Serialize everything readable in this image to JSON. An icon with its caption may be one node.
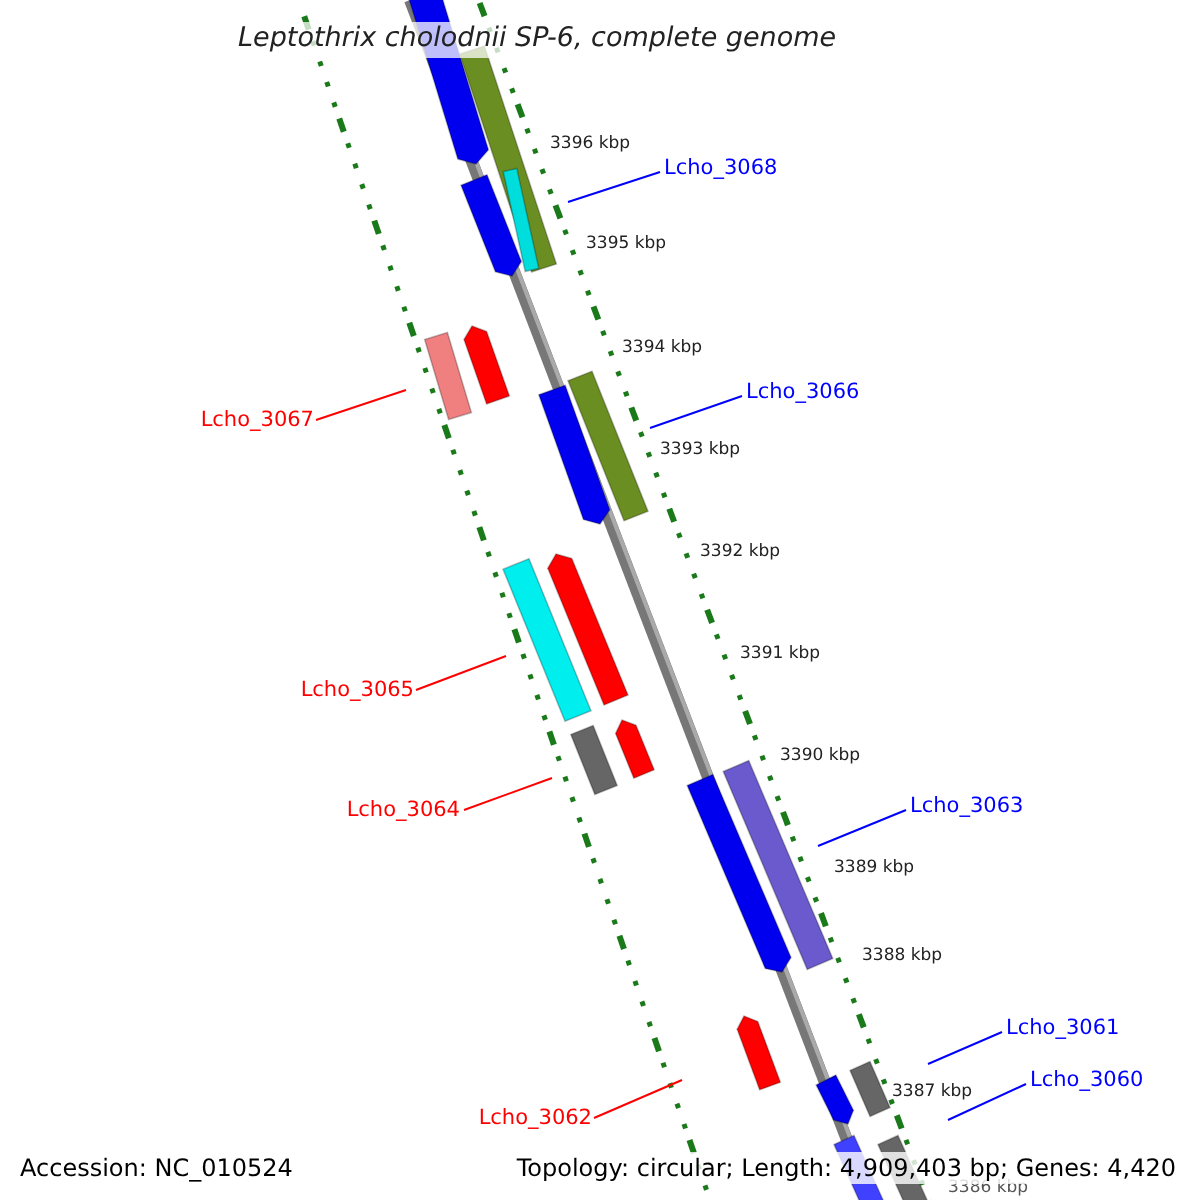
{
  "diagram": {
    "title": "Leptothrix cholodnii SP-6, complete genome",
    "nodes": [
      {
        "text": [
          "Lcho_3068"
        ]
      },
      {
        "text": [
          "Lcho_3067"
        ]
      },
      {
        "text": [
          "Lcho_3066"
        ]
      },
      {
        "text": [
          "Lcho_3065"
        ]
      },
      {
        "text": [
          "Lcho_3064"
        ]
      },
      {
        "text": [
          "Lcho_3063"
        ]
      },
      {
        "text": [
          "Lcho_3061"
        ]
      },
      {
        "text": [
          "Lcho_3060"
        ]
      },
      {
        "text": [
          "Lcho_3062"
        ]
      }
    ],
    "edges": [
      {
        "from": 0,
        "to": null,
        "arrow": "none"
      },
      {
        "from": 1,
        "to": null,
        "arrow": "none",
        "color": "#ff0000"
      },
      {
        "from": 2,
        "to": null,
        "arrow": "none"
      },
      {
        "from": 3,
        "to": null,
        "arrow": "none",
        "color": "#ff0000"
      },
      {
        "from": 4,
        "to": null,
        "arrow": "none",
        "color": "#ff0000"
      },
      {
        "from": 5,
        "to": null,
        "arrow": "none"
      },
      {
        "from": 6,
        "to": null,
        "arrow": "none"
      },
      {
        "from": 7,
        "to": null,
        "arrow": "none"
      },
      {
        "from": 8,
        "to": null,
        "arrow": "none",
        "color": "#ff0000"
      }
    ],
    "labels": [
      "3396 kbp",
      "3395 kbp",
      "3394 kbp",
      "3393 kbp",
      "3392 kbp",
      "3391 kbp",
      "3390 kbp",
      "3389 kbp",
      "3388 kbp",
      "3387 kbp",
      "3386 kbp",
      "Accession: NC_010524",
      "Topology: circular; Length: 4,909,403 bp; Genes: 4,420"
    ]
  }
}
